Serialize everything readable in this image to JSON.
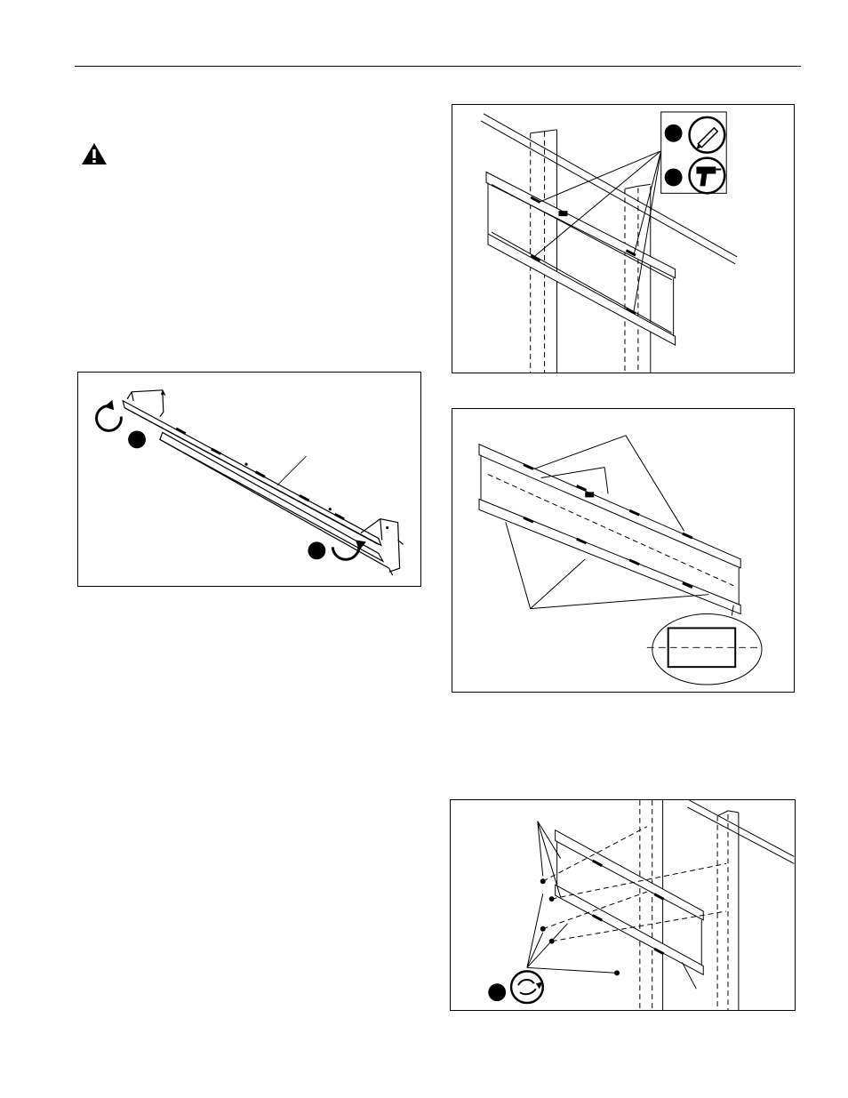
{
  "page": {
    "warning_icon": "warning-triangle-icon"
  },
  "figures": [
    {
      "id": "bracket-unfold",
      "icons": [
        "rotate-arrow-icon",
        "rotate-arrow-icon"
      ]
    },
    {
      "id": "mark-and-drill",
      "icons": [
        "pencil-icon",
        "drill-icon"
      ]
    },
    {
      "id": "level-bracket",
      "icons": [
        "level-icon"
      ]
    },
    {
      "id": "fasten-to-studs",
      "icons": [
        "wrench-rotate-icon"
      ]
    }
  ]
}
